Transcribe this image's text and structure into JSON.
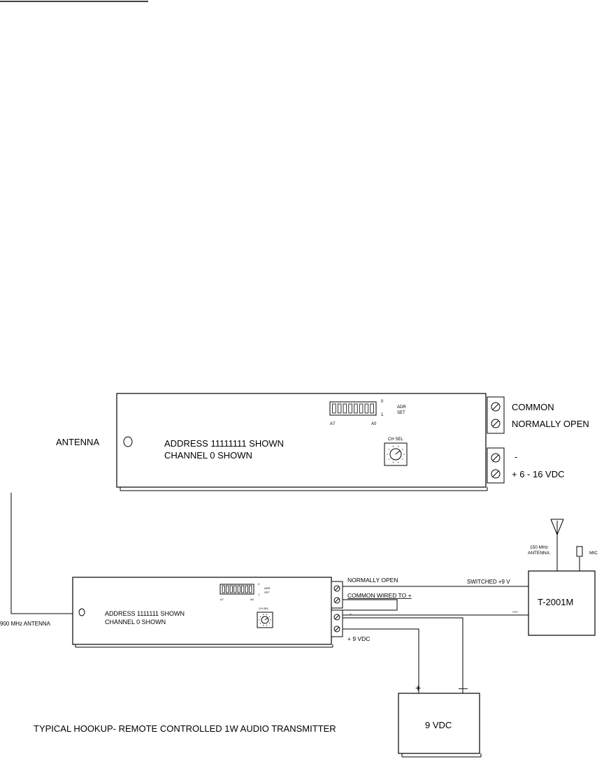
{
  "top_board": {
    "antenna_label": "ANTENNA",
    "address_text": "ADDRESS 11111111 SHOWN",
    "channel_text": "CHANNEL 0 SHOWN",
    "dip_scale_top": "0",
    "dip_scale_bottom": "1",
    "dip_left_label": "A7",
    "dip_right_label": "A0",
    "adr_label": "ADR",
    "set_label": "SET",
    "ch_sel_label": "CH SEL",
    "terminal_common": "COMMON",
    "terminal_normally_open": "NORMALLY OPEN",
    "terminal_minus": "-",
    "terminal_plus": "+ 6 - 16 VDC"
  },
  "bottom_board": {
    "antenna_label": "900 MHz ANTENNA",
    "address_text": "ADDRESS 1111111 SHOWN",
    "channel_text": "CHANNEL 0 SHOWN",
    "dip_scale_top": "0",
    "dip_scale_bottom": "1",
    "dip_left_label": "A7",
    "dip_right_label": "A0",
    "adr_label": "ADR",
    "set_label": "SET",
    "ch_sel_label": "CH SEL",
    "terminal_normally_open": "NORMALLY OPEN",
    "terminal_common": "COMMON WIRED TO +",
    "terminal_minus": "-",
    "terminal_plus": "+ 9 VDC"
  },
  "transmitter": {
    "name": "T-2001M",
    "antenna_label_line1": "150 MHz",
    "antenna_label_line2": "ANTENNA",
    "mic_label": "MIC",
    "switched_label": "SWITCHED +9 V",
    "minus_label": "—"
  },
  "battery": {
    "name": "9 VDC",
    "plus": "+",
    "minus": "—"
  },
  "caption": "TYPICAL HOOKUP- REMOTE CONTROLLED 1W AUDIO TRANSMITTER"
}
